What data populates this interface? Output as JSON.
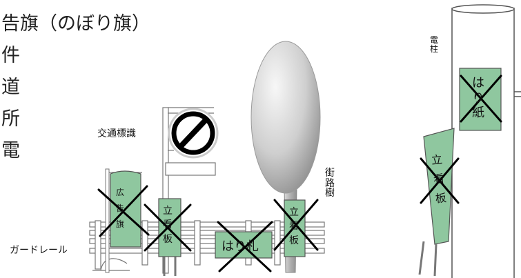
{
  "left_text": {
    "line1": "告旗（のぼり旗）",
    "line2": "件",
    "line3": "道",
    "line4": "所",
    "line5": "電"
  },
  "labels": {
    "traffic_sign": "交通標識",
    "guardrail": "ガードレール",
    "street_tree": [
      "街",
      "路",
      "樹"
    ],
    "utility_pole": [
      "電",
      "柱"
    ]
  },
  "signs": {
    "nobori_flag": [
      "広",
      "告",
      "旗"
    ],
    "standing_board_1": [
      "立",
      "看",
      "板"
    ],
    "posted_bill": "はり札",
    "standing_board_2": [
      "立",
      "看",
      "板"
    ],
    "pole_paper": [
      "は",
      "り",
      "紙"
    ],
    "standing_board_pole": [
      "立",
      "看",
      "板"
    ]
  },
  "colors": {
    "sign_green": "#8fc79f",
    "structure_gray": "#999999",
    "cross_black": "#000000",
    "tree_gray": "#c8c8c8"
  }
}
